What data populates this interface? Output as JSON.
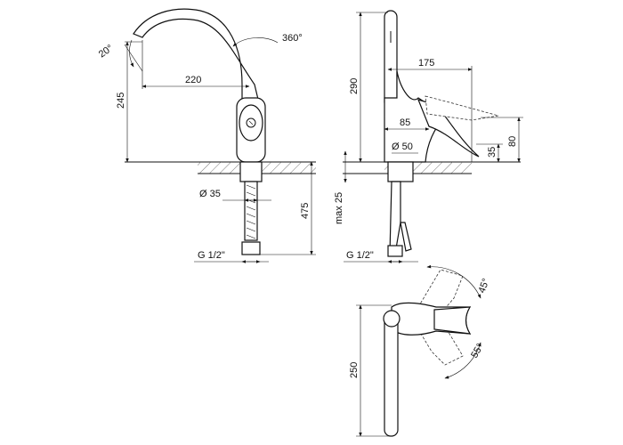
{
  "title": "Faucet technical drawing",
  "front_view": {
    "spout_angle": "20°",
    "rotation": "360°",
    "reach": "220",
    "spout_height": "245",
    "connection_diameter": "Ø 35",
    "hose_length": "475",
    "thread": "G 1/2\""
  },
  "side_view": {
    "total_height": "290",
    "handle_reach": "175",
    "body_depth": "85",
    "handle_height": "80",
    "handle_base": "35",
    "base_diameter": "Ø 50",
    "max_counter_thickness": "max 25",
    "thread": "G 1/2\""
  },
  "top_view": {
    "rotation_up": "45°",
    "rotation_down": "55°",
    "spout_length": "250"
  },
  "colors": {
    "line": "#111111",
    "background": "#ffffff"
  }
}
